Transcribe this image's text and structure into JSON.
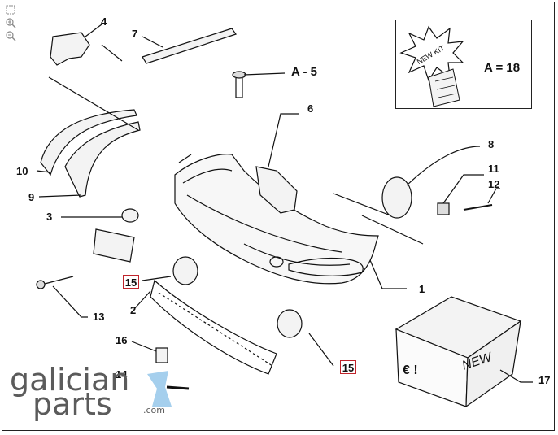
{
  "toolbar": {
    "icons": [
      "fit-page-icon",
      "zoom-in-icon",
      "zoom-out-icon"
    ]
  },
  "labels": {
    "l1": "1",
    "l2": "2",
    "l3": "3",
    "l4": "4",
    "l6": "6",
    "l7": "7",
    "l8": "8",
    "l9": "9",
    "l10": "10",
    "l11": "11",
    "l12": "12",
    "l13": "13",
    "l14": "14",
    "l15a": "15",
    "l15b": "15",
    "l16": "16",
    "l17": "17"
  },
  "a5_label": "A - 5",
  "inset": {
    "badge": "NEW KIT",
    "formula": "A = 18"
  },
  "crate_text": "NEW",
  "crate_symbol": "€ !",
  "logo": {
    "line1": "galician",
    "line2": "parts",
    "domain": ".com",
    "colors": {
      "text": "#5b5b5b",
      "accent": "#8fc3e8"
    }
  },
  "colors": {
    "highlight_box": "#c0242b",
    "line": "#111111"
  }
}
